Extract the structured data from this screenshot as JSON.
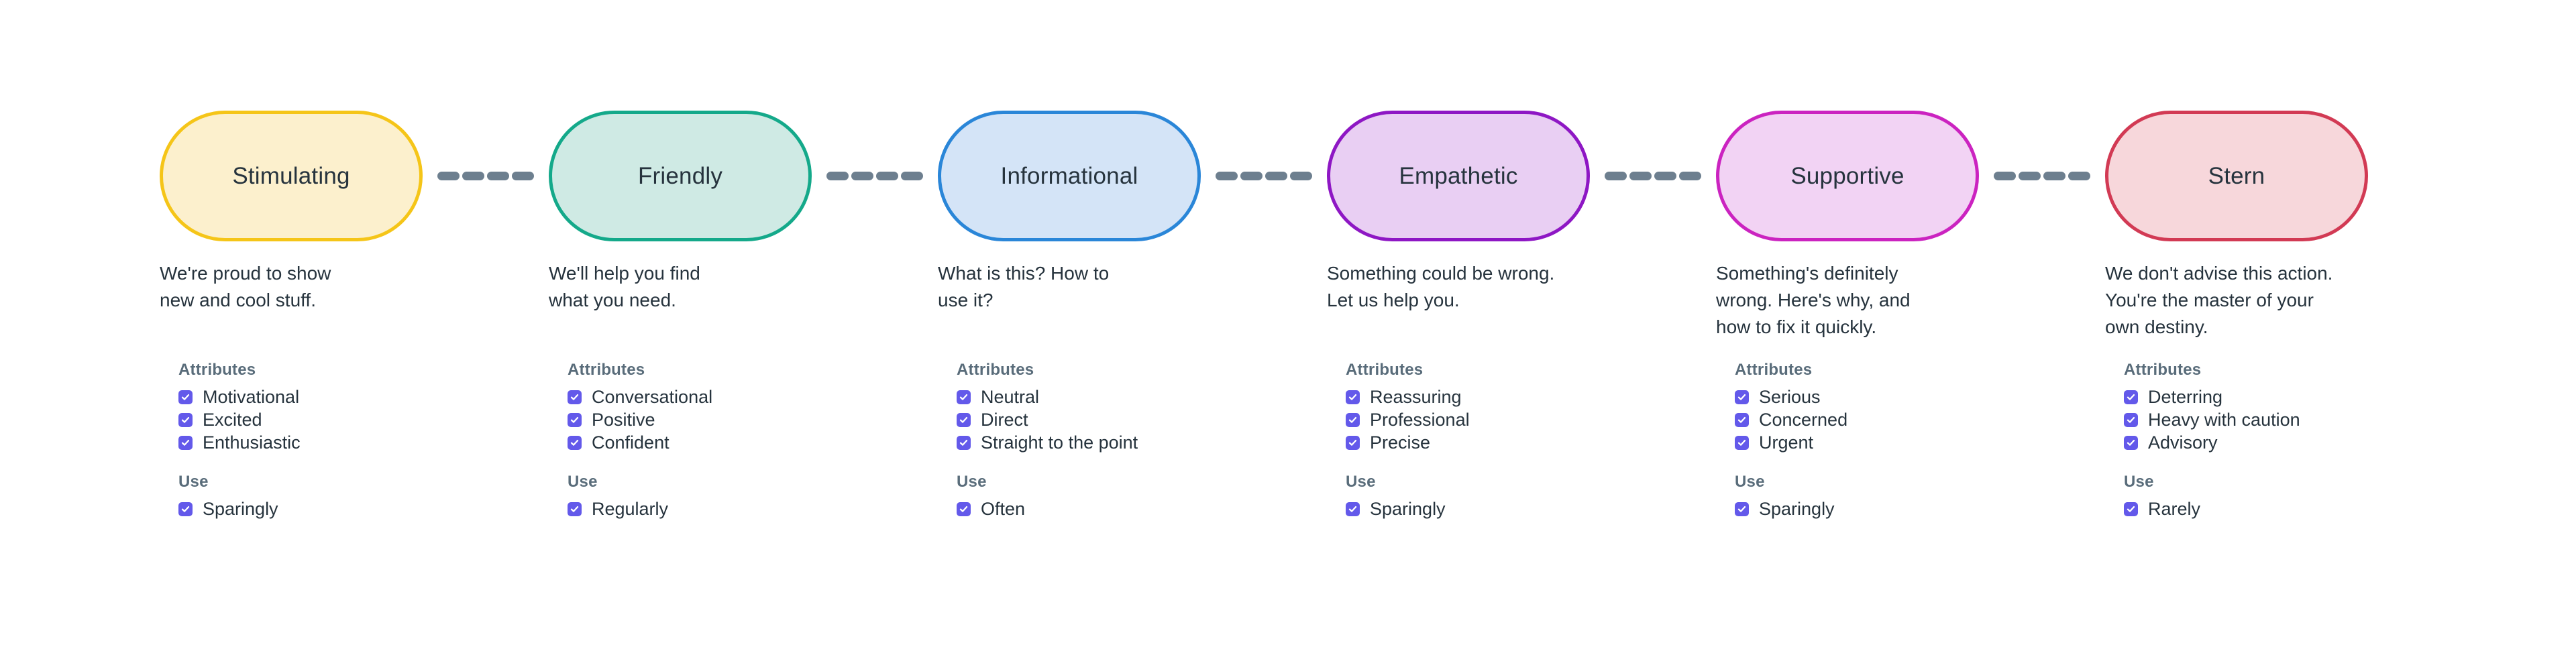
{
  "palette": {
    "text_dark": "#26333d",
    "header_gray": "#596c7a",
    "checkbox_purple": "#6359ea",
    "connector_gray": "#6d7f8f"
  },
  "connector": {
    "icon": "dashed-line",
    "dash_count": 4
  },
  "group_titles": {
    "attributes": "Attributes",
    "use": "Use"
  },
  "columns": [
    {
      "id": "stimulating",
      "label": "Stimulating",
      "fill": "#fcf0cd",
      "border": "#f5c518",
      "description": "We're proud to show\nnew and cool stuff.",
      "attributes": [
        "Motivational",
        "Excited",
        "Enthusiastic"
      ],
      "use": [
        "Sparingly"
      ]
    },
    {
      "id": "friendly",
      "label": "Friendly",
      "fill": "#cfeae4",
      "border": "#14a98a",
      "description": "We'll help you find\nwhat you need.",
      "attributes": [
        "Conversational",
        "Positive",
        "Confident"
      ],
      "use": [
        "Regularly"
      ]
    },
    {
      "id": "informational",
      "label": "Informational",
      "fill": "#d4e4f7",
      "border": "#2a86d8",
      "description": "What is this? How to\nuse it?",
      "attributes": [
        "Neutral",
        "Direct",
        "Straight to the point"
      ],
      "use": [
        "Often"
      ]
    },
    {
      "id": "empathetic",
      "label": "Empathetic",
      "fill": "#e9cff3",
      "border": "#8e17c4",
      "description": "Something could be wrong.\nLet us help you.",
      "attributes": [
        "Reassuring",
        "Professional",
        "Precise"
      ],
      "use": [
        "Sparingly"
      ]
    },
    {
      "id": "supportive",
      "label": "Supportive",
      "fill": "#f2d3f4",
      "border": "#cb23c0",
      "description": "Something's definitely\nwrong. Here's why, and\nhow to fix it quickly.",
      "attributes": [
        "Serious",
        "Concerned",
        "Urgent"
      ],
      "use": [
        "Sparingly"
      ]
    },
    {
      "id": "stern",
      "label": "Stern",
      "fill": "#f7d7db",
      "border": "#d23a54",
      "description": "We don't advise this action.\nYou're the master of your\nown destiny.",
      "attributes": [
        "Deterring",
        "Heavy with caution",
        "Advisory"
      ],
      "use": [
        "Rarely"
      ]
    }
  ]
}
